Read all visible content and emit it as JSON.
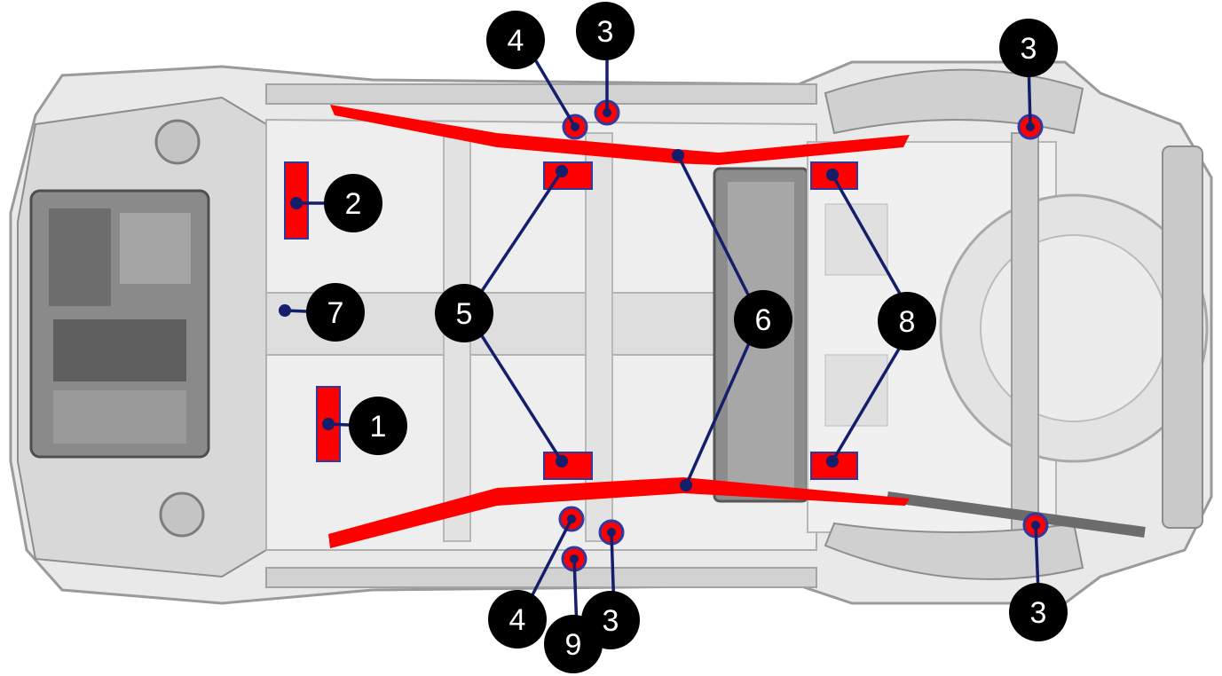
{
  "colors": {
    "background": "#ffffff",
    "body_fill": "#e9e9e9",
    "body_stroke": "#9a9a9a",
    "structure_dark": "#7c7c7c",
    "structure_mid": "#b9b9b9",
    "structure_light": "#d6d6d6",
    "highlight_red": "#ff0000",
    "highlight_outline": "#2f3aa0",
    "leader_line": "#141e6b",
    "callout_fill": "#000000",
    "callout_text": "#ffffff"
  },
  "callouts": [
    {
      "id": "c1",
      "label": "1"
    },
    {
      "id": "c2",
      "label": "2"
    },
    {
      "id": "c3a",
      "label": "3"
    },
    {
      "id": "c3b",
      "label": "3"
    },
    {
      "id": "c3c",
      "label": "3"
    },
    {
      "id": "c3d",
      "label": "3"
    },
    {
      "id": "c4a",
      "label": "4"
    },
    {
      "id": "c4b",
      "label": "4"
    },
    {
      "id": "c5",
      "label": "5"
    },
    {
      "id": "c6",
      "label": "6"
    },
    {
      "id": "c7",
      "label": "7"
    },
    {
      "id": "c8",
      "label": "8"
    },
    {
      "id": "c9",
      "label": "9"
    }
  ]
}
